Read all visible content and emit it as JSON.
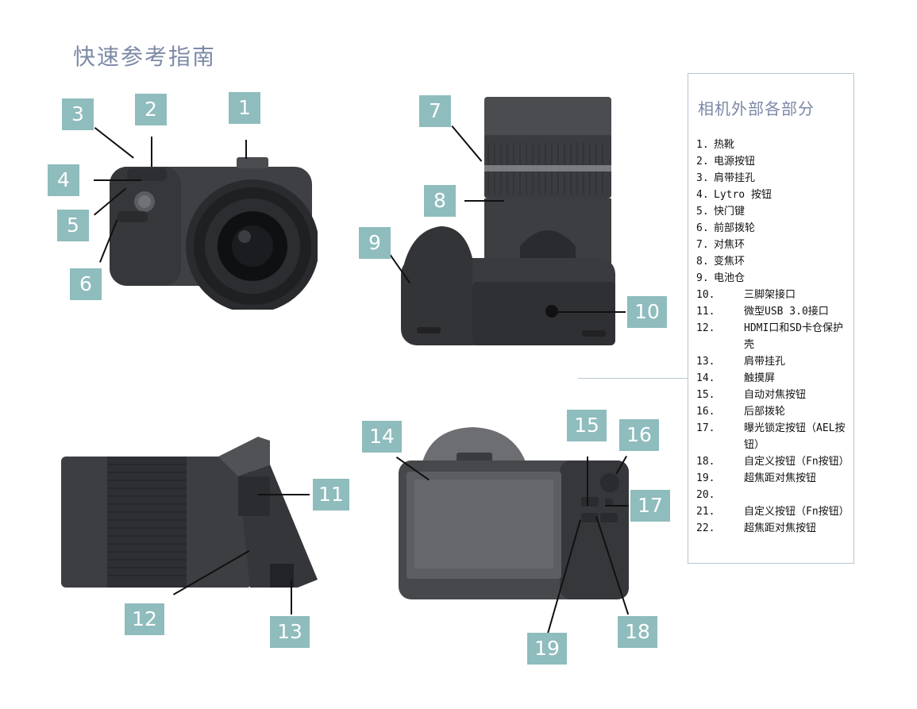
{
  "page": {
    "title": "快速参考指南"
  },
  "callouts": [
    "1",
    "2",
    "3",
    "4",
    "5",
    "6",
    "7",
    "8",
    "9",
    "10",
    "11",
    "12",
    "13",
    "14",
    "15",
    "16",
    "17",
    "18",
    "19"
  ],
  "parts_panel": {
    "title": "相机外部各部分",
    "items": [
      {
        "num": "1.",
        "label": "热靴"
      },
      {
        "num": "2.",
        "label": "电源按钮"
      },
      {
        "num": "3.",
        "label": "肩带挂孔"
      },
      {
        "num": "4.",
        "label": "Lytro 按钮"
      },
      {
        "num": "5.",
        "label": "快门键"
      },
      {
        "num": "6.",
        "label": "前部拨轮"
      },
      {
        "num": "7.",
        "label": "对焦环"
      },
      {
        "num": "8.",
        "label": "变焦环"
      },
      {
        "num": "9.",
        "label": "电池仓"
      },
      {
        "num": "10.",
        "label": "三脚架接口"
      },
      {
        "num": "11.",
        "label": "微型USB 3.0接口"
      },
      {
        "num": "12.",
        "label": "HDMI口和SD卡仓保护壳"
      },
      {
        "num": "13.",
        "label": "肩带挂孔"
      },
      {
        "num": "14.",
        "label": "触摸屏"
      },
      {
        "num": "15.",
        "label": "自动对焦按钮"
      },
      {
        "num": "16.",
        "label": "后部拨轮"
      },
      {
        "num": "17.",
        "label": "曝光锁定按钮（AEL按钮）"
      },
      {
        "num": "18.",
        "label": "自定义按钮（Fn按钮）"
      },
      {
        "num": "19.",
        "label": "超焦距对焦按钮"
      },
      {
        "num": "20.",
        "label": ""
      },
      {
        "num": "21.",
        "label": "自定义按钮（Fn按钮）"
      },
      {
        "num": "22.",
        "label": "超焦距对焦按钮"
      }
    ]
  },
  "colors": {
    "badge": "#8fbcbd",
    "title": "#7d8aa6",
    "panel_border": "#b7c7d0",
    "camera_body": "#3a3b3e"
  }
}
